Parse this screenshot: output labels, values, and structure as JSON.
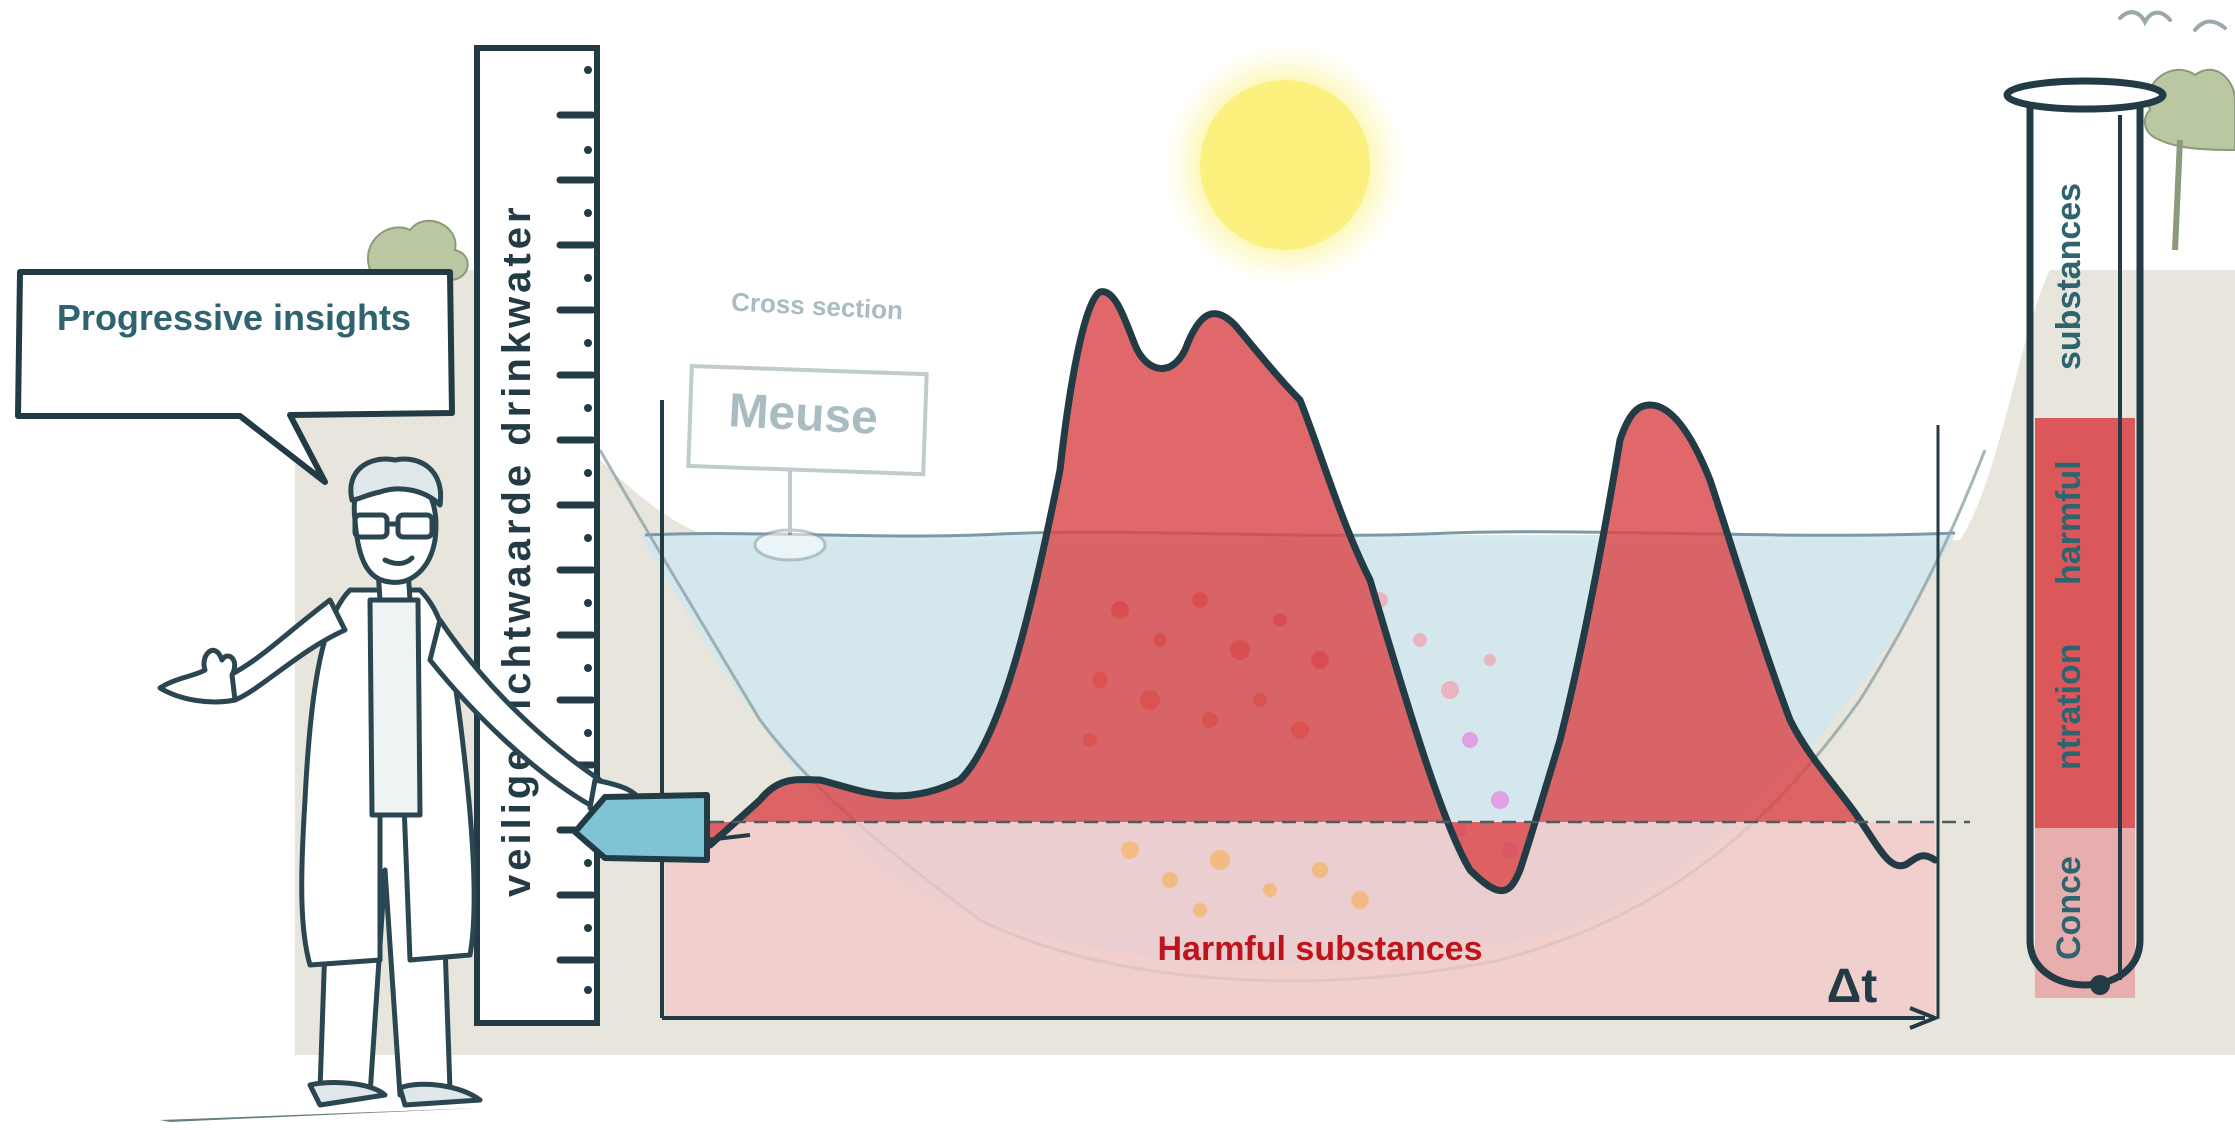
{
  "speech_bubble": {
    "text": "Progressive insights"
  },
  "river_sign": {
    "caption": "Cross section",
    "name": "Meuse"
  },
  "ruler": {
    "label": "veilige richtwaarde drinkwater"
  },
  "graph": {
    "band_label": "Harmful substances",
    "time_axis_label": "Δt"
  },
  "test_tube": {
    "label_segments": [
      "substances",
      "harmful",
      "ntration",
      "Conce"
    ]
  },
  "colors": {
    "harmful_fill": "#d9474a",
    "harmful_text": "#c0141c",
    "outline": "#223b44",
    "water": "#cfe6ee",
    "ground": "#e8e6dc",
    "sun": "#fbf07a",
    "bubble_text": "#2e6470",
    "pointer": "#7fc4d4"
  },
  "icons": [
    "scientist-figure",
    "sun-icon",
    "tree-icon",
    "bird-icon",
    "buoy-sign-icon",
    "test-tube-icon",
    "pointer-arrow-icon"
  ]
}
